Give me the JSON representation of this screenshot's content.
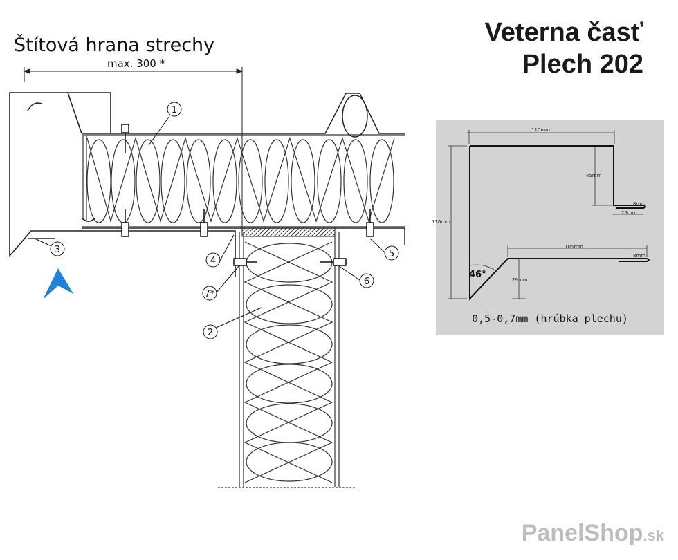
{
  "title": {
    "line1": "Veterna časť",
    "line2": "Plech 202"
  },
  "section_title": "Štítová hrana strechy",
  "dimension_max": "max. 300 *",
  "callouts": [
    "1",
    "2",
    "3",
    "4",
    "5",
    "6",
    "7*"
  ],
  "profile": {
    "dim_top": "110mm",
    "dim_right_drop": "45mm",
    "dim_return": "25mm",
    "dim_height": "116mm",
    "dim_bottom": "105mm",
    "dim_small_left": "29mm",
    "hem_top": "8mm",
    "hem_bottom": "8mm",
    "angle": "46°",
    "thickness": "0,5-0,7mm (hrúbka plechu)"
  },
  "brand": {
    "name": "PanelShop",
    "tld": ".sk"
  },
  "colors": {
    "wind_arrow": "#1f82dc",
    "panel_bg": "#d3d3d3",
    "brand": "#bdbdbd"
  }
}
